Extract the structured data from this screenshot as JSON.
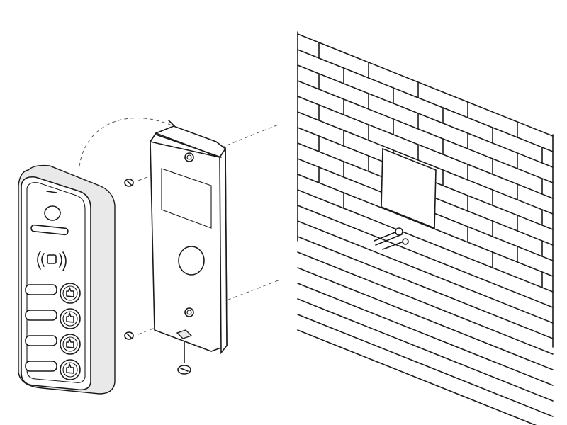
{
  "colors": {
    "stroke": "#1a1a1a",
    "guide": "#555555",
    "panel_fill": "#e9e9e9",
    "background": "#ffffff"
  },
  "parts": {
    "panel": "intercom-call-panel",
    "plate": "mounting-plate",
    "wall": "brick-wall",
    "screws": "mounting-screws"
  },
  "panel": {
    "button_count": 4
  }
}
